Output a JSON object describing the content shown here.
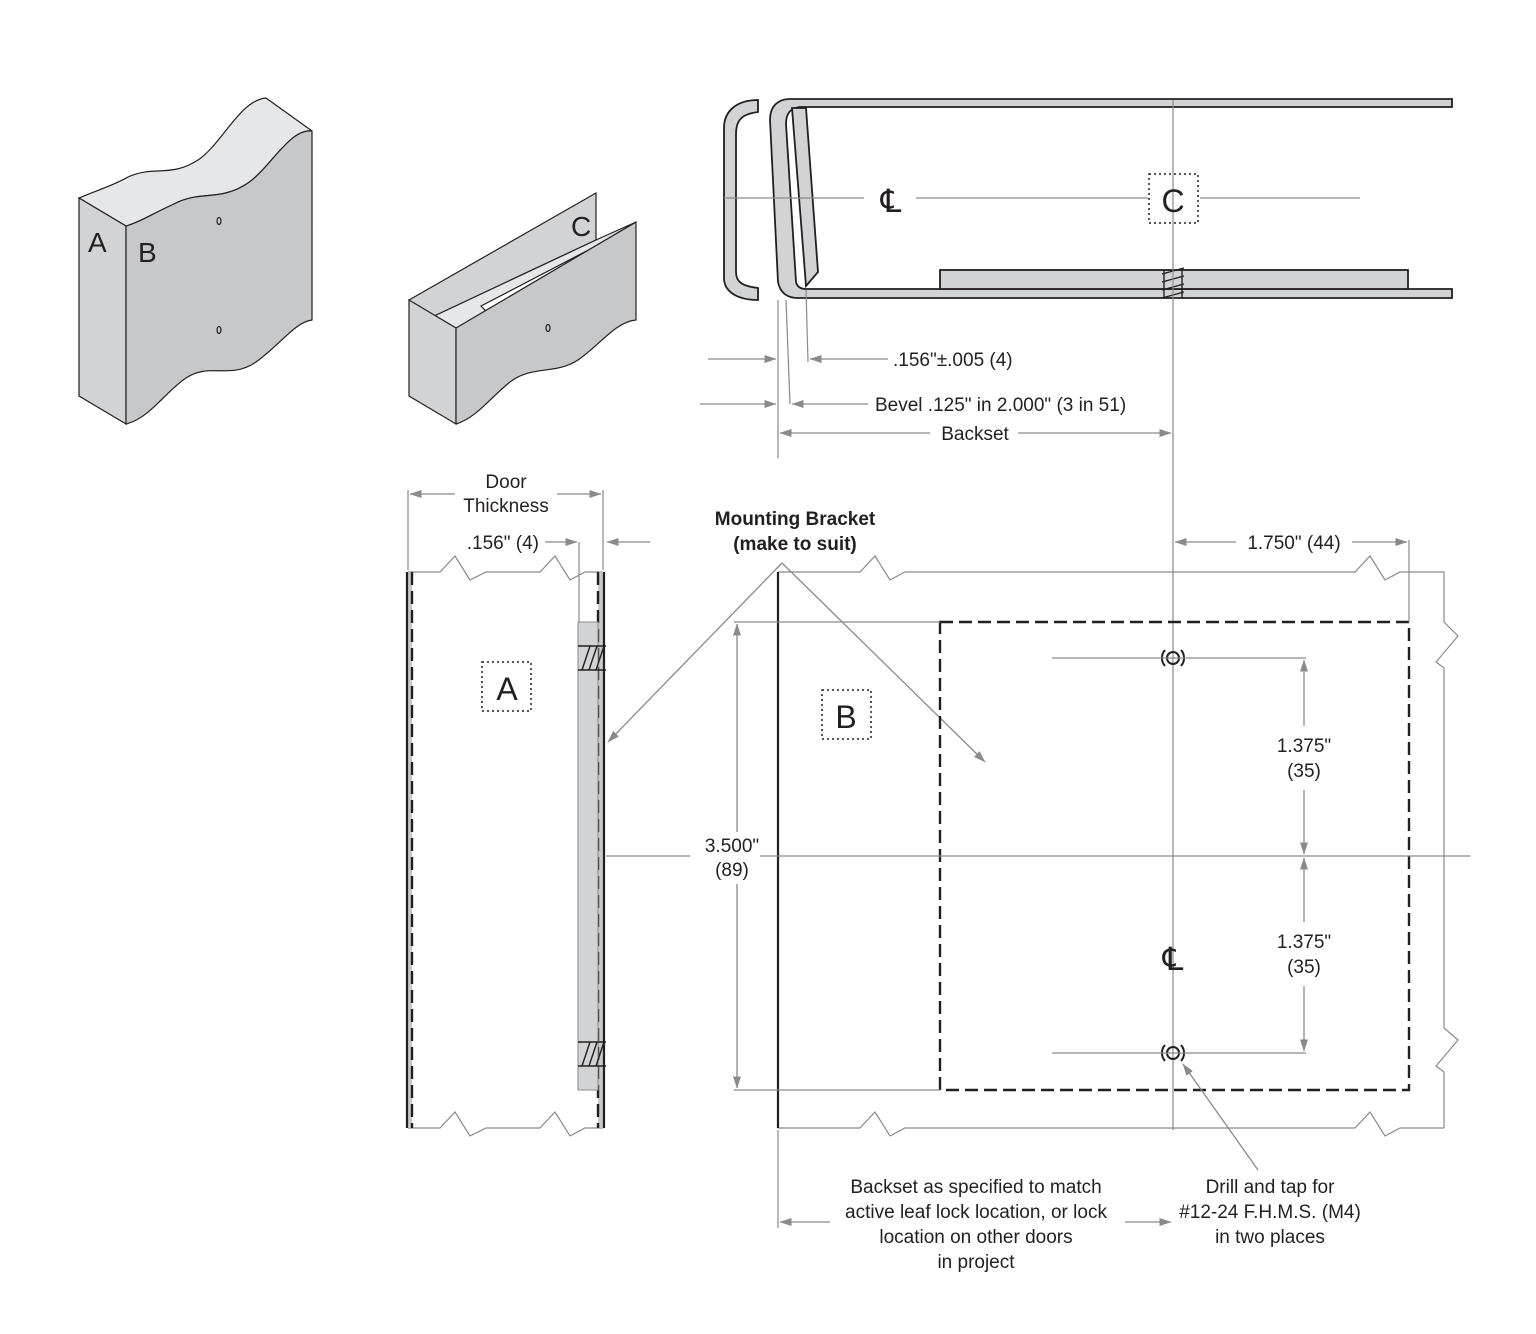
{
  "iso_door": {
    "label_a": "A",
    "label_b": "B"
  },
  "iso_bracket": {
    "label_c": "C"
  },
  "section_view": {
    "centerline_symbol": "℄",
    "label_c": "C",
    "dim_thickness": ".156\"±.005 (4)",
    "dim_bevel": "Bevel .125\" in 2.000\" (3 in 51)",
    "dim_backset": "Backset"
  },
  "edge_view": {
    "door_thickness_line1": "Door",
    "door_thickness_line2": "Thickness",
    "dim_plate": ".156\" (4)",
    "label_a": "A"
  },
  "bracket_note": {
    "line1": "Mounting Bracket",
    "line2": "(make to suit)"
  },
  "face_view": {
    "label_b": "B",
    "centerline_symbol": "℄",
    "dim_offset": "1.750\" (44)",
    "dim_upper_line1": "1.375\"",
    "dim_upper_line2": "(35)",
    "dim_lower_line1": "1.375\"",
    "dim_lower_line2": "(35)",
    "dim_height_line1": "3.500\"",
    "dim_height_line2": "(89)"
  },
  "backset_note": {
    "line1": "Backset as specified to match",
    "line2": "active leaf lock location, or lock",
    "line3": "location on other doors",
    "line4": "in project"
  },
  "drill_note": {
    "line1": "Drill and tap for",
    "line2": "#12-24 F.H.M.S. (M4)",
    "line3": "in two places"
  },
  "colors": {
    "ink": "#231f20",
    "dimension": "#8a8a8a",
    "fill": "#d1d3d4",
    "face": "#c6c8ca",
    "edge": "#e6e7e8"
  }
}
